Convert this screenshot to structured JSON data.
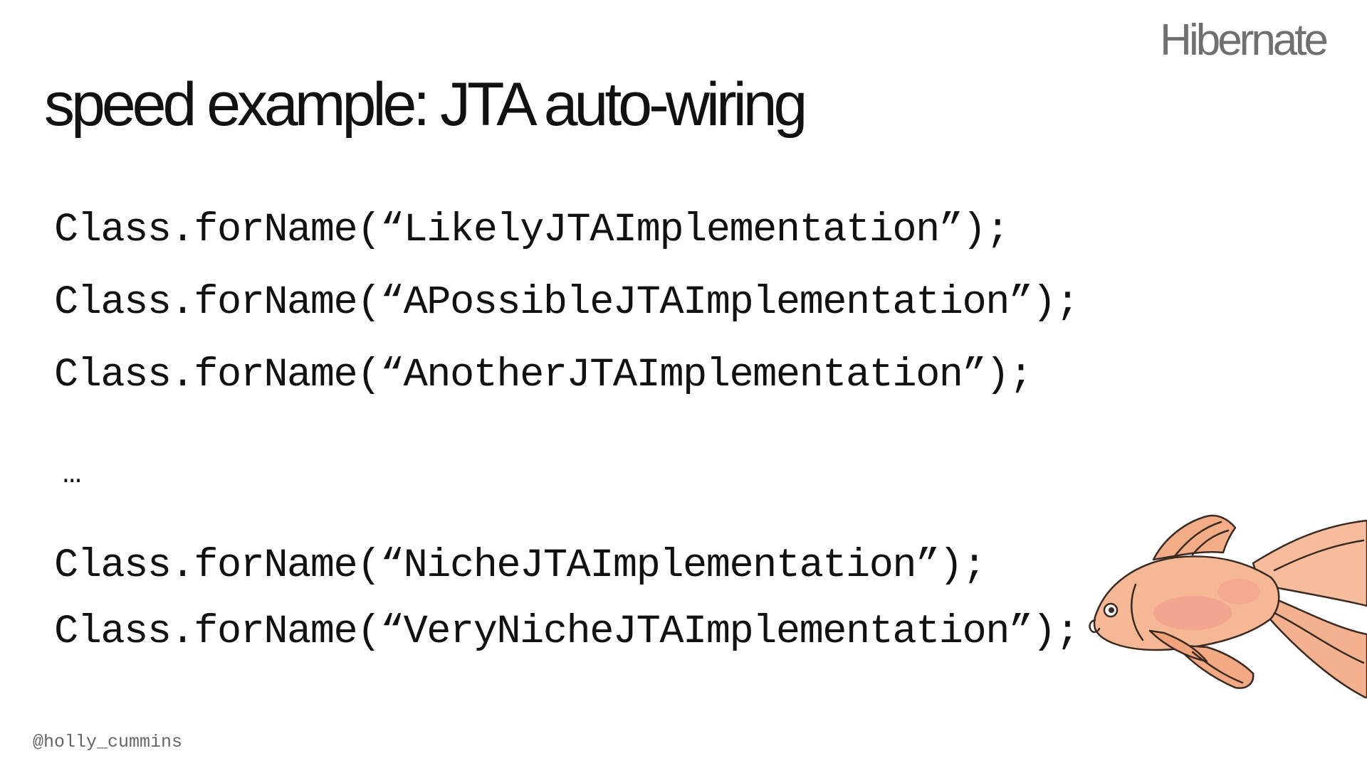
{
  "brand": {
    "name": "Hibernate"
  },
  "slide": {
    "title": "speed example: JTA auto-wiring",
    "code_lines": [
      "Class.forName(“LikelyJTAImplementation”);",
      "Class.forName(“APossibleJTAImplementation”);",
      "Class.forName(“AnotherJTAImplementation”);",
      "Class.forName(“NicheJTAImplementation”);",
      "Class.forName(“VeryNicheJTAImplementation”);"
    ],
    "ellipsis": "…",
    "handle": "@holly_cummins"
  },
  "illustration": {
    "icon": "goldfish-icon",
    "body_color": "#f6b894",
    "outline_color": "#3a2a22"
  }
}
